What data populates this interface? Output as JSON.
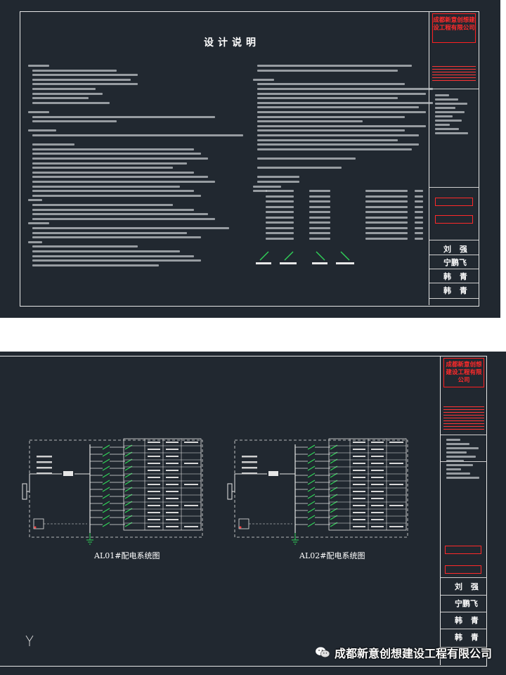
{
  "sheet1": {
    "heading": "设计说明",
    "company": "成都新意创想建设工程有限公司",
    "signatures": [
      "刘 强",
      "宁鹏飞",
      "韩 青",
      "韩 青"
    ]
  },
  "sheet2": {
    "panels": [
      {
        "caption": "AL01#配电系统图"
      },
      {
        "caption": "AL02#配电系统图"
      }
    ],
    "company": "成都新意创想建设工程有限公司",
    "signatures": [
      "刘 强",
      "宁鹏飞",
      "韩 青",
      "韩 青"
    ]
  },
  "watermark": {
    "text": "成都新意创想建设工程有限公司",
    "icon": "wechat-icon"
  },
  "colors": {
    "background": "#212830",
    "linework": "#e6e6e6",
    "titleblock_red": "#ff2a2a",
    "breaker_green": "#30d158"
  }
}
